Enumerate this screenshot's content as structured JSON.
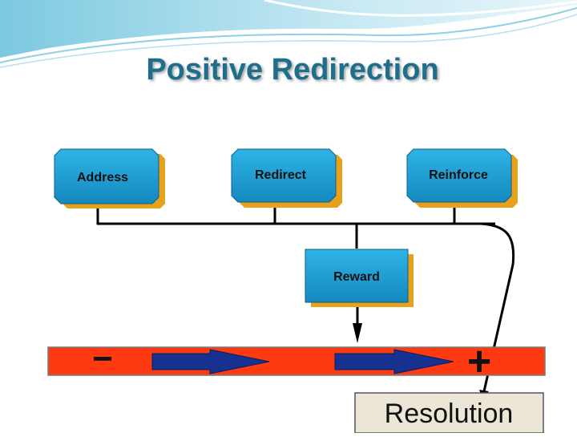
{
  "slide": {
    "title": "Positive Redirection"
  },
  "nodes": {
    "address": "Address",
    "redirect": "Redirect",
    "reinforce": "Reinforce",
    "reward": "Reward",
    "resolution": "Resolution"
  },
  "scale": {
    "minus": "−",
    "plus": "+"
  },
  "colors": {
    "node_fill": "#1aa0d4",
    "node_shadow": "#e6a21b",
    "bar": "#ff3a10",
    "arrow": "#16318f",
    "title": "#1f6e8c",
    "resolution_bg": "#ece6d7"
  }
}
